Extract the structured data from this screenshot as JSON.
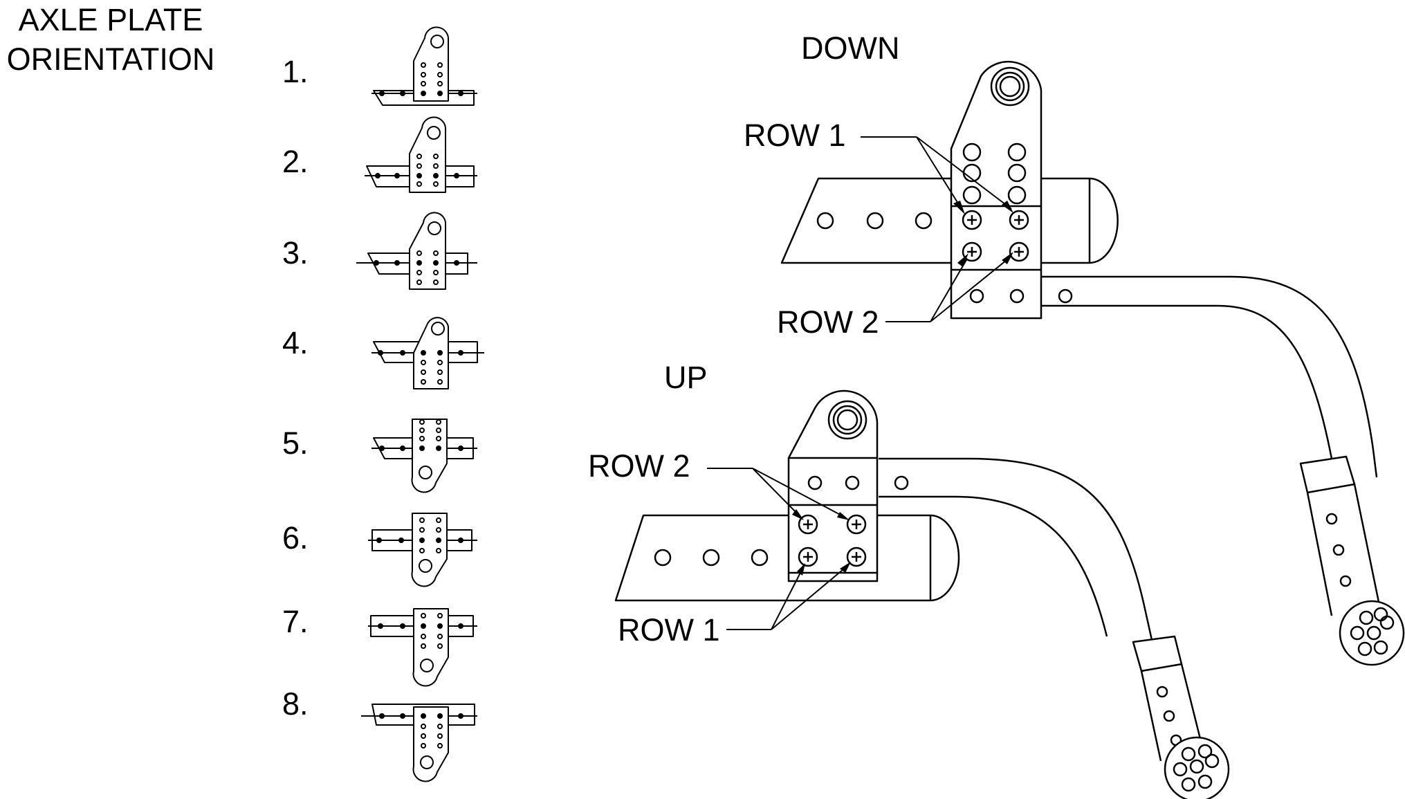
{
  "title": {
    "line1": "AXLE PLATE",
    "line2": "ORIENTATION"
  },
  "orientations": [
    "1.",
    "2.",
    "3.",
    "4.",
    "5.",
    "6.",
    "7.",
    "8."
  ],
  "labels": {
    "down": "DOWN",
    "up": "UP",
    "down_row1": "ROW 1",
    "down_row2": "ROW 2",
    "up_row2": "ROW 2",
    "up_row1": "ROW 1"
  },
  "colors": {
    "line": "#000000",
    "background": "#ffffff"
  }
}
